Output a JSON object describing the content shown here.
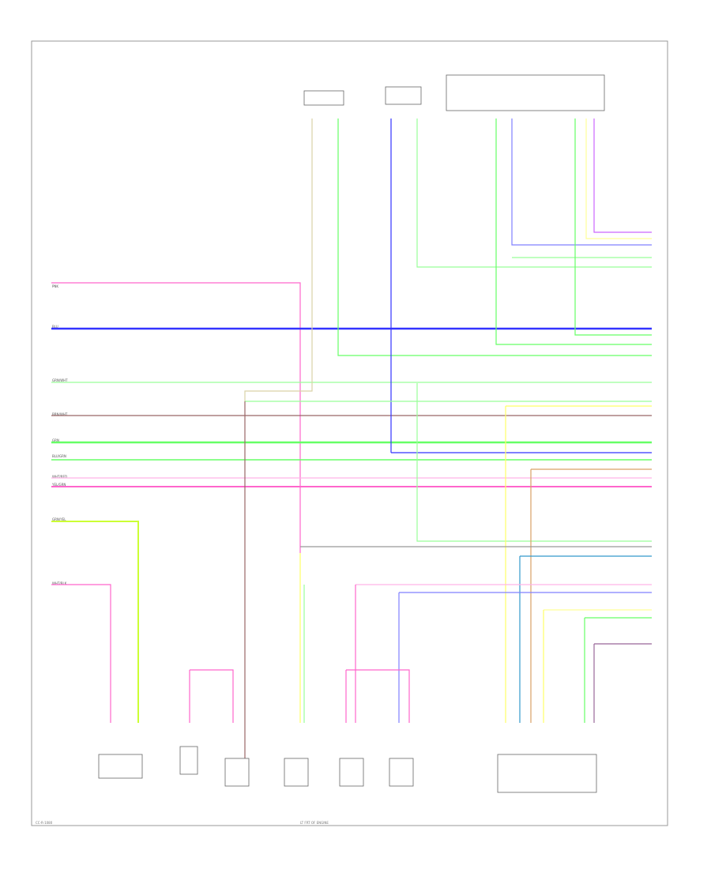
{
  "wire_colors": {
    "pink": "#ff66cc",
    "blue": "#3333ff",
    "green": "#66ff66",
    "lightgreen": "#99ff99",
    "brown": "#996666",
    "tan": "#d9d2a6",
    "yellow": "#ffff66",
    "violet": "#cc66ff",
    "lightblue": "#8080ff",
    "orange": "#d9a066",
    "gray": "#999999",
    "yellowgreen": "#ccff33"
  },
  "wires": [
    {
      "label": "PNK",
      "color": "pink"
    },
    {
      "label": "BLU",
      "color": "blue"
    },
    {
      "label": "GRN/WHT",
      "color": "lightgreen"
    },
    {
      "label": "BRN/WHT",
      "color": "brown"
    },
    {
      "label": "GRN",
      "color": "green"
    },
    {
      "label": "BLU/GRN",
      "color": "lightgreen"
    },
    {
      "label": "WHT/RED",
      "color": "pink"
    },
    {
      "label": "YEL/GRN",
      "color": "pink"
    },
    {
      "label": "GRN/YEL",
      "color": "yellowgreen"
    },
    {
      "label": "WHT/BLK",
      "color": "pink"
    }
  ],
  "footer": {
    "code": "CC-R-1080",
    "ground_label": "LT FRT OF ENGINE"
  }
}
